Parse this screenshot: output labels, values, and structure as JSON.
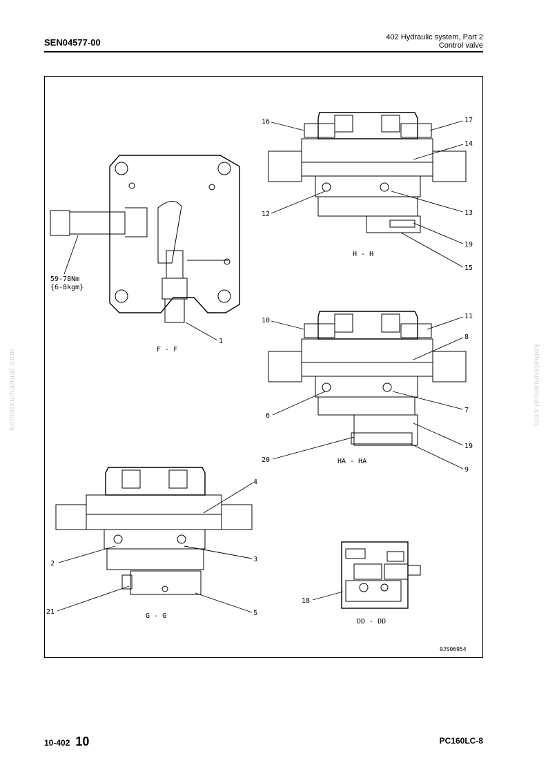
{
  "header": {
    "doc_code": "SEN04577-00",
    "section_line1": "402 Hydraulic system, Part 2",
    "section_line2": "Control valve"
  },
  "figure": {
    "views": {
      "ff": "F - F",
      "hh": "H - H",
      "haha": "HA - HA",
      "gg": "G - G",
      "dddd": "DD - DD"
    },
    "torque_line1": "59-78Nm",
    "torque_line2": "{6-8kgm}",
    "callouts": {
      "c1": "1",
      "c2": "2",
      "c3": "3",
      "c4": "4",
      "c5": "5",
      "c6": "6",
      "c7": "7",
      "c8": "8",
      "c9": "9",
      "c10": "10",
      "c11": "11",
      "c12": "12",
      "c13": "13",
      "c14": "14",
      "c15": "15",
      "c16": "16",
      "c17": "17",
      "c18": "18",
      "c19a": "19",
      "c19b": "19",
      "c20": "20",
      "c21": "21"
    },
    "figure_code": "9JS06954"
  },
  "footer": {
    "page_prefix": "10-402",
    "page_number": "10",
    "model": "PC160LC-8"
  },
  "watermark": "komatsumanual.com"
}
